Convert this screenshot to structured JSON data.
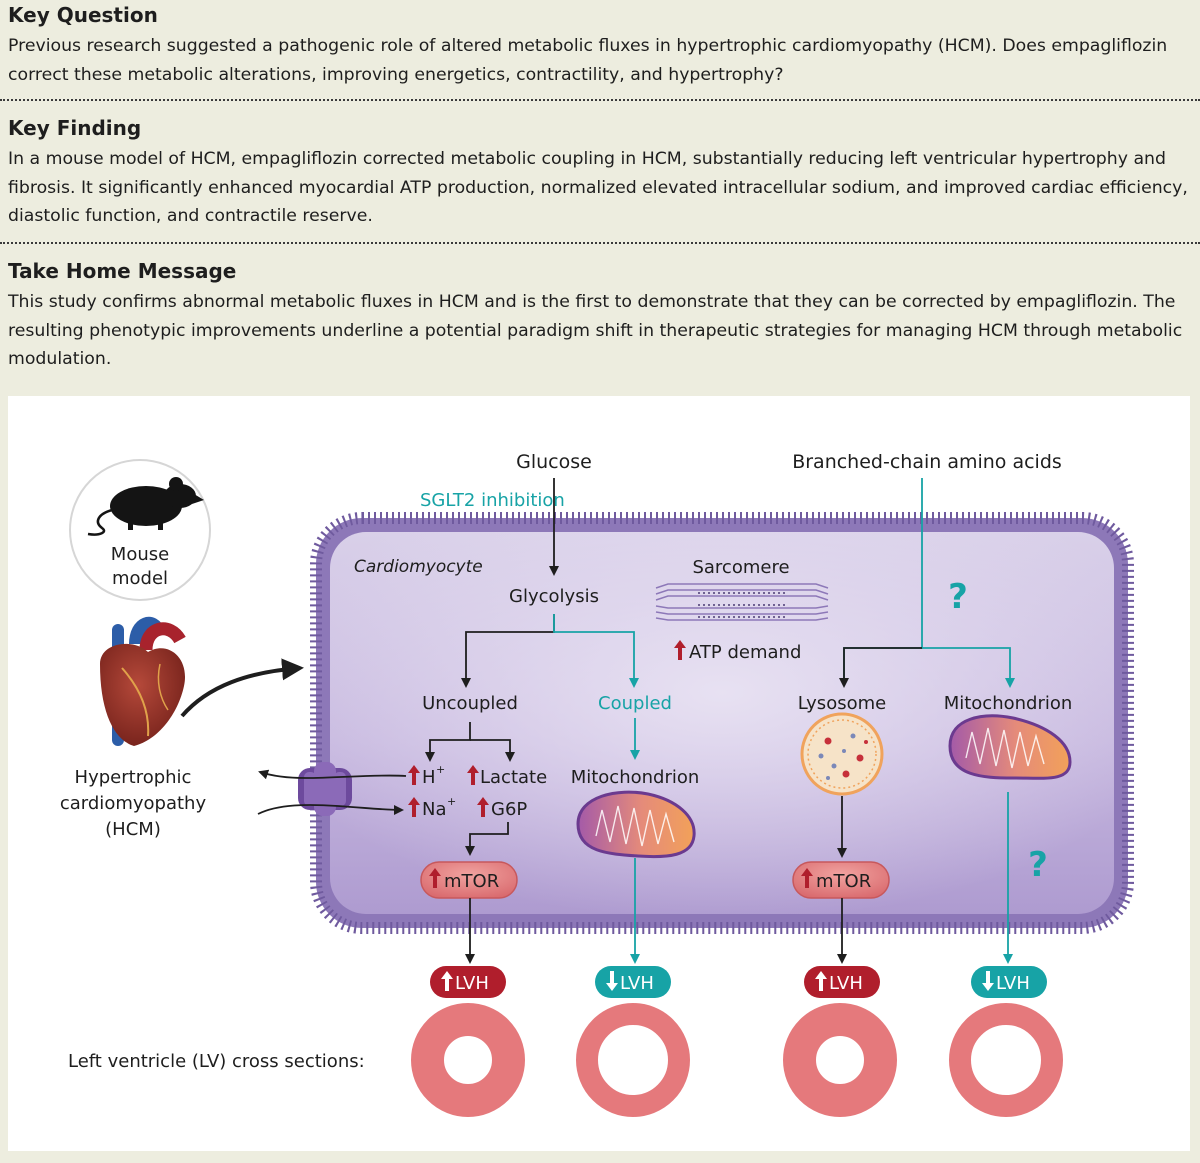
{
  "key_question": {
    "heading": "Key Question",
    "text": "Previous research suggested a pathogenic role of altered metabolic fluxes in hypertrophic cardiomyopathy (HCM). Does empagliflozin correct these metabolic alterations, improving energetics, contractility, and hypertrophy?"
  },
  "key_finding": {
    "heading": "Key Finding",
    "text": "In a mouse model of HCM, empagliflozin corrected metabolic coupling in HCM, substantially reducing left ventricular hypertrophy and fibrosis. It significantly enhanced myocardial ATP production, normalized elevated intracellular sodium, and improved cardiac efficiency, diastolic function, and contractile reserve."
  },
  "take_home": {
    "heading": "Take Home Message",
    "text": "This study confirms abnormal metabolic fluxes in HCM and is the first to demonstrate that they can be corrected by empagliflozin. The resulting phenotypic improvements underline a potential paradigm shift in therapeutic strategies for managing HCM through metabolic modulation."
  },
  "diagram": {
    "glucose": "Glucose",
    "bcaa": "Branched-chain amino acids",
    "sglt2": "SGLT2 inhibition",
    "cardiomyocyte": "Cardiomyocyte",
    "glycolysis": "Glycolysis",
    "sarcomere": "Sarcomere",
    "atp_demand": "ATP demand",
    "uncoupled": "Uncoupled",
    "coupled": "Coupled",
    "lysosome": "Lysosome",
    "mitochondrion": "Mitochondrion",
    "h_ion": "H",
    "h_sup": "+",
    "lactate": "Lactate",
    "na_ion": "Na",
    "na_sup": "+",
    "g6p": "G6P",
    "mtor": "mTOR",
    "lvh": "LVH",
    "question": "?",
    "mouse_line1": "Mouse",
    "mouse_line2": "model",
    "hcm_line1": "Hypertrophic",
    "hcm_line2": "cardiomyopathy",
    "hcm_line3": "(HCM)",
    "lv_label": "Left ventricle (LV) cross sections:"
  },
  "colors": {
    "teal": "#17a3a6",
    "red": "#b01e2c",
    "cell_purple": "#8d78b8",
    "ring": "#e5797c",
    "background": "#ededdf"
  }
}
